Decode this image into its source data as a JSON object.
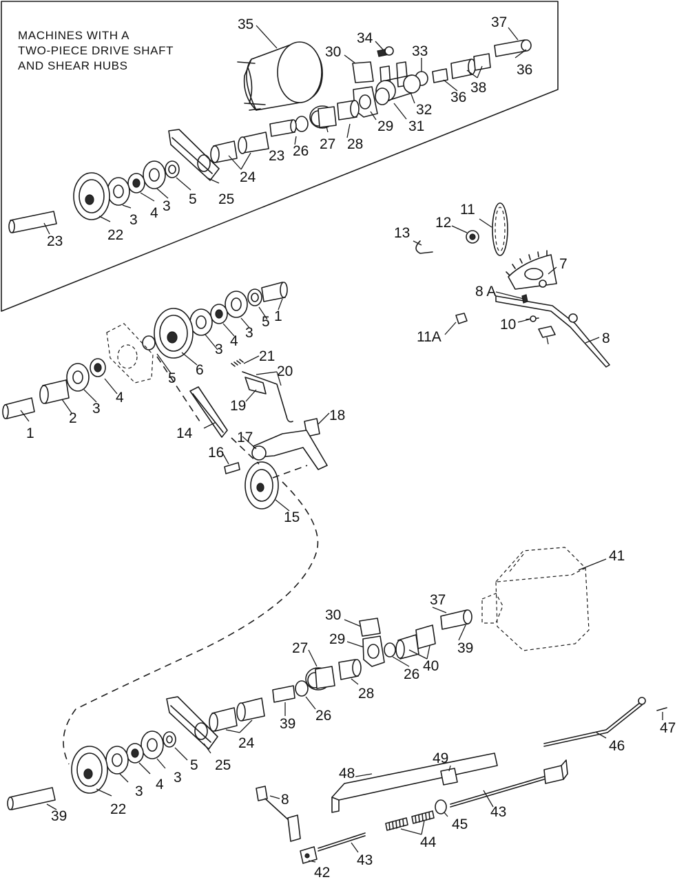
{
  "inset_note": {
    "lines": [
      "MACHINES WITH A",
      "TWO-PIECE DRIVE SHAFT",
      "AND SHEAR HUBS"
    ]
  },
  "inset_labels": [
    "35",
    "34",
    "33",
    "37",
    "30",
    "36",
    "38",
    "32",
    "36",
    "31",
    "29",
    "28",
    "27",
    "26",
    "23",
    "24",
    "25",
    "5",
    "3",
    "4",
    "3",
    "22",
    "23"
  ],
  "main_labels": [
    "1",
    "5",
    "3",
    "4",
    "3",
    "5",
    "6",
    "3",
    "4",
    "2",
    "1",
    "21",
    "20",
    "19",
    "18",
    "14",
    "17",
    "16",
    "15"
  ],
  "linkage_labels": [
    "11",
    "12",
    "13",
    "7",
    "8 A",
    "10",
    "11A",
    "8"
  ],
  "lower_labels": [
    "41",
    "37",
    "30",
    "39",
    "29",
    "40",
    "26",
    "27",
    "28",
    "26",
    "39",
    "24",
    "25",
    "5",
    "3",
    "4",
    "3",
    "22",
    "39",
    "47",
    "46",
    "49",
    "48",
    "8",
    "43",
    "45",
    "44",
    "43",
    "42"
  ]
}
